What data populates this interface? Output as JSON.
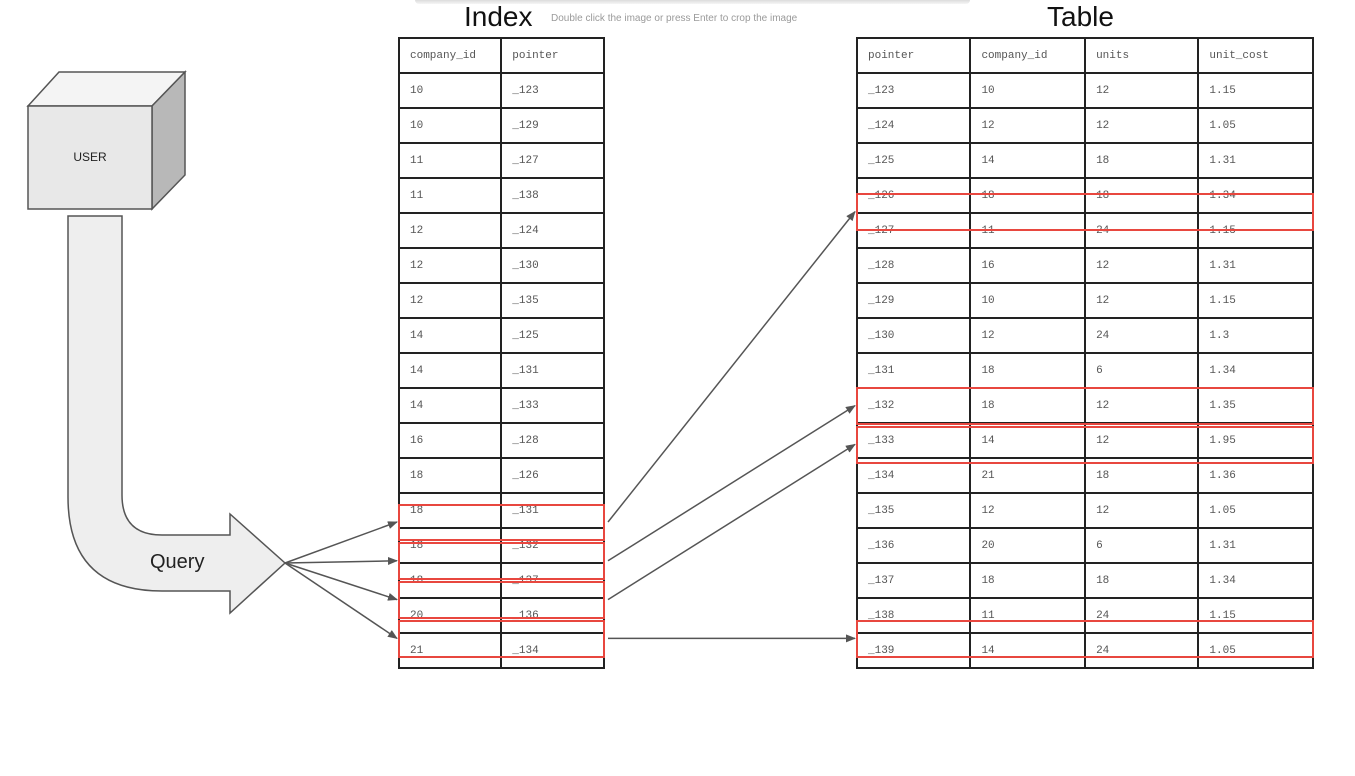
{
  "crop_hint": "Double click the image or press Enter to crop the image",
  "index": {
    "title": "Index",
    "columns": [
      "company_id",
      "pointer"
    ],
    "rows": [
      [
        "10",
        "_123"
      ],
      [
        "10",
        "_129"
      ],
      [
        "11",
        "_127"
      ],
      [
        "11",
        "_138"
      ],
      [
        "12",
        "_124"
      ],
      [
        "12",
        "_130"
      ],
      [
        "12",
        "_135"
      ],
      [
        "14",
        "_125"
      ],
      [
        "14",
        "_131"
      ],
      [
        "14",
        "_133"
      ],
      [
        "16",
        "_128"
      ],
      [
        "18",
        "_126"
      ],
      [
        "18",
        "_131"
      ],
      [
        "18",
        "_132"
      ],
      [
        "18",
        "_137"
      ],
      [
        "20",
        "_136"
      ],
      [
        "21",
        "_134"
      ]
    ],
    "highlighted_rows": [
      11,
      12,
      13,
      14
    ]
  },
  "table": {
    "title": "Table",
    "columns": [
      "pointer",
      "company_id",
      "units",
      "unit_cost"
    ],
    "rows": [
      [
        "_123",
        "10",
        "12",
        "1.15"
      ],
      [
        "_124",
        "12",
        "12",
        "1.05"
      ],
      [
        "_125",
        "14",
        "18",
        "1.31"
      ],
      [
        "_126",
        "18",
        "18",
        "1.34"
      ],
      [
        "_127",
        "11",
        "24",
        "1.15"
      ],
      [
        "_128",
        "16",
        "12",
        "1.31"
      ],
      [
        "_129",
        "10",
        "12",
        "1.15"
      ],
      [
        "_130",
        "12",
        "24",
        "1.3"
      ],
      [
        "_131",
        "18",
        "6",
        "1.34"
      ],
      [
        "_132",
        "18",
        "12",
        "1.35"
      ],
      [
        "_133",
        "14",
        "12",
        "1.95"
      ],
      [
        "_134",
        "21",
        "18",
        "1.36"
      ],
      [
        "_135",
        "12",
        "12",
        "1.05"
      ],
      [
        "_136",
        "20",
        "6",
        "1.31"
      ],
      [
        "_137",
        "18",
        "18",
        "1.34"
      ],
      [
        "_138",
        "11",
        "24",
        "1.15"
      ],
      [
        "_139",
        "14",
        "24",
        "1.05"
      ]
    ],
    "highlighted_rows": [
      3,
      8,
      9,
      14
    ]
  },
  "user_label": "USER",
  "query_label": "Query",
  "links": [
    {
      "from_index_row": 11,
      "to_table_row": 3
    },
    {
      "from_index_row": 12,
      "to_table_row": 8
    },
    {
      "from_index_row": 13,
      "to_table_row": 9
    },
    {
      "from_index_row": 14,
      "to_table_row": 14
    }
  ],
  "colors": {
    "highlight": "#e8473f",
    "arrow": "#555555",
    "shape_fill": "#eeeeee",
    "shape_stroke": "#555555"
  }
}
